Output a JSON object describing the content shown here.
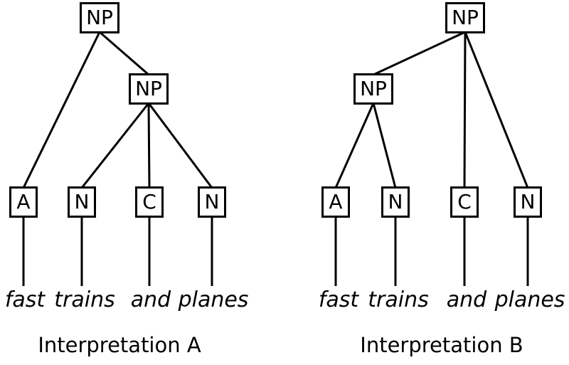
{
  "colors": {
    "background": "#ffffff",
    "line": "#000000"
  },
  "diagram": {
    "trees": [
      {
        "caption": "Interpretation A",
        "nodes": [
          {
            "id": "a_root",
            "label": "NP"
          },
          {
            "id": "a_inner",
            "label": "NP"
          },
          {
            "id": "a_adj",
            "label": "A"
          },
          {
            "id": "a_n1",
            "label": "N"
          },
          {
            "id": "a_conj",
            "label": "C"
          },
          {
            "id": "a_n2",
            "label": "N"
          }
        ],
        "words": [
          {
            "id": "a_w1",
            "text": "fast"
          },
          {
            "id": "a_w2",
            "text": "trains"
          },
          {
            "id": "a_w3",
            "text": "and"
          },
          {
            "id": "a_w4",
            "text": "planes"
          }
        ],
        "edges": [
          [
            "a_root",
            "a_adj"
          ],
          [
            "a_root",
            "a_inner"
          ],
          [
            "a_inner",
            "a_n1"
          ],
          [
            "a_inner",
            "a_conj"
          ],
          [
            "a_inner",
            "a_n2"
          ]
        ],
        "stems": [
          [
            "a_adj",
            "a_w1"
          ],
          [
            "a_n1",
            "a_w2"
          ],
          [
            "a_conj",
            "a_w3"
          ],
          [
            "a_n2",
            "a_w4"
          ]
        ]
      },
      {
        "caption": "Interpretation B",
        "nodes": [
          {
            "id": "b_root",
            "label": "NP"
          },
          {
            "id": "b_inner",
            "label": "NP"
          },
          {
            "id": "b_adj",
            "label": "A"
          },
          {
            "id": "b_n1",
            "label": "N"
          },
          {
            "id": "b_conj",
            "label": "C"
          },
          {
            "id": "b_n2",
            "label": "N"
          }
        ],
        "words": [
          {
            "id": "b_w1",
            "text": "fast"
          },
          {
            "id": "b_w2",
            "text": "trains"
          },
          {
            "id": "b_w3",
            "text": "and"
          },
          {
            "id": "b_w4",
            "text": "planes"
          }
        ],
        "edges": [
          [
            "b_root",
            "b_inner"
          ],
          [
            "b_root",
            "b_conj"
          ],
          [
            "b_root",
            "b_n2"
          ],
          [
            "b_inner",
            "b_adj"
          ],
          [
            "b_inner",
            "b_n1"
          ]
        ],
        "stems": [
          [
            "b_adj",
            "b_w1"
          ],
          [
            "b_n1",
            "b_w2"
          ],
          [
            "b_conj",
            "b_w3"
          ],
          [
            "b_n2",
            "b_w4"
          ]
        ]
      }
    ]
  }
}
